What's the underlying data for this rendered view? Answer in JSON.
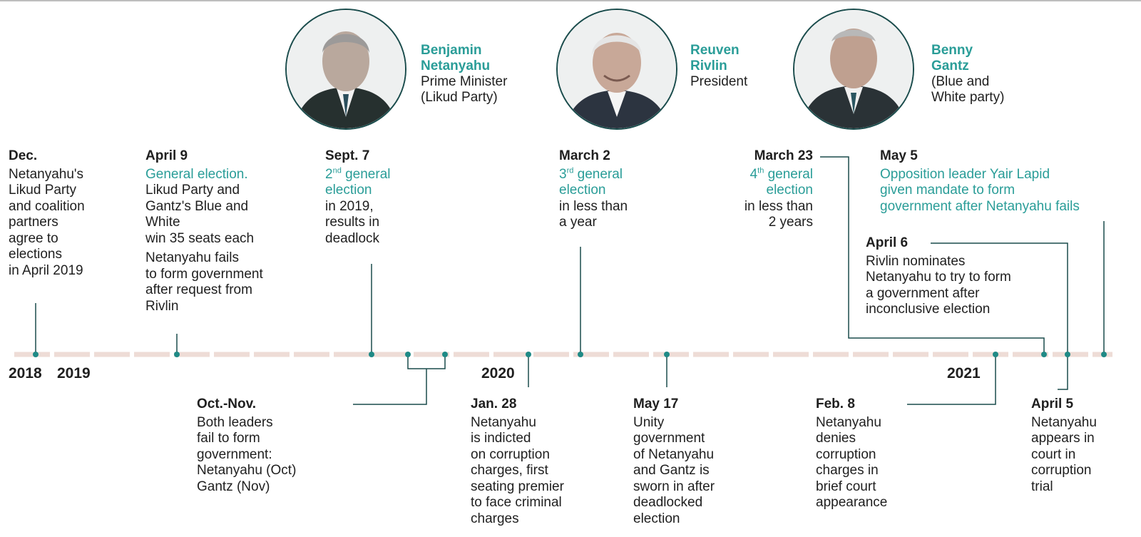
{
  "portraits": [
    {
      "name_lines": [
        "Benjamin",
        "Netanyahu"
      ],
      "role_lines": [
        "Prime Minister",
        "(Likud Party)"
      ]
    },
    {
      "name_lines": [
        "Reuven",
        "Rivlin"
      ],
      "role_lines": [
        "President"
      ]
    },
    {
      "name_lines": [
        "Benny",
        "Gantz"
      ],
      "role_lines": [
        "(Blue and",
        "White party)"
      ]
    }
  ],
  "years": [
    "2018",
    "2019",
    "2020",
    "2021"
  ],
  "events_above": [
    {
      "date": "Dec.",
      "lines": [
        "Netanyahu's",
        "Likud Party",
        "and coalition",
        "partners",
        "agree to",
        "elections",
        "in April 2019"
      ]
    },
    {
      "date": "April 9",
      "highlight": "General election.",
      "lines": [
        "Likud Party and",
        "Gantz's Blue and",
        "White",
        "win 35 seats each"
      ],
      "lines2": [
        "Netanyahu fails",
        "to form government",
        "after request from",
        "Rivlin"
      ]
    },
    {
      "date": "Sept. 7",
      "ord_num": "2",
      "ord_suf": "nd",
      "ord_rest": " general",
      "highlight2": "election",
      "lines": [
        "in 2019,",
        "results in",
        "deadlock"
      ]
    },
    {
      "date": "March 2",
      "ord_num": "3",
      "ord_suf": "rd",
      "ord_rest": " general",
      "highlight2": "election",
      "lines": [
        "in less than",
        "a year"
      ]
    },
    {
      "date": "March 23",
      "ord_num": "4",
      "ord_suf": "th",
      "ord_rest": " general",
      "highlight2": "election",
      "lines": [
        "in less than",
        "2 years"
      ]
    },
    {
      "date": "May 5",
      "highlight_lines": [
        "Opposition leader Yair Lapid",
        "given mandate to form",
        "government after Netanyahu fails"
      ]
    },
    {
      "date": "April 6",
      "lines": [
        "Rivlin nominates",
        "Netanyahu to try to form",
        "a government after",
        "inconclusive election"
      ]
    }
  ],
  "events_below": [
    {
      "date": "Oct.-Nov.",
      "lines": [
        "Both leaders",
        "fail to form",
        "government:",
        "Netanyahu (Oct)",
        "Gantz (Nov)"
      ]
    },
    {
      "date": "Jan. 28",
      "lines": [
        "Netanyahu",
        "is indicted",
        "on corruption",
        "charges, first",
        "seating premier",
        "to face criminal",
        "charges"
      ]
    },
    {
      "date": "May 17",
      "lines": [
        "Unity",
        "government",
        "of Netanyahu",
        "and Gantz is",
        "sworn in after",
        "deadlocked",
        "election"
      ]
    },
    {
      "date": "Feb. 8",
      "lines": [
        "Netanyahu",
        "denies",
        "corruption",
        "charges in",
        "brief court",
        "appearance"
      ]
    },
    {
      "date": "April 5",
      "lines": [
        "Netanyahu",
        "appears in",
        "court in",
        "corruption",
        "trial"
      ]
    }
  ],
  "colors": {
    "teal": "#2a9d98",
    "dark_line": "#1a4c4c",
    "timeline": "#eedcd6",
    "dot": "#1f8a86"
  }
}
